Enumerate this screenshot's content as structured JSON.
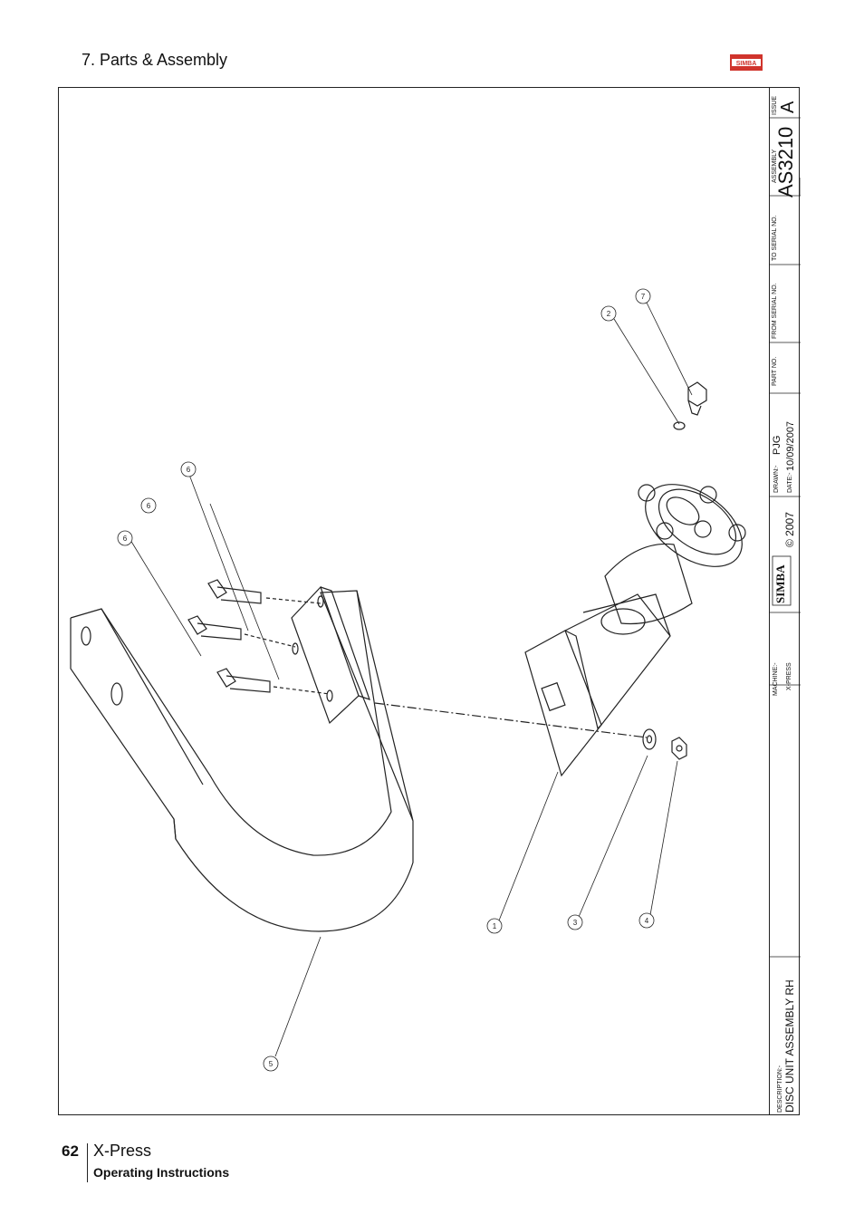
{
  "header": {
    "section_title": "7. Parts & Assembly",
    "logo_text": "SIMBA"
  },
  "footer": {
    "page_number": "62",
    "product": "X-Press",
    "subtitle": "Operating Instructions"
  },
  "title_block": {
    "issue_label": "ISSUE",
    "issue_value": "A",
    "assembly_label": "ASSEMBLY",
    "assembly_value": "AS3210",
    "to_serial_label": "TO SERIAL NO.",
    "from_serial_label": "FROM SERIAL NO.",
    "part_no_label": "PART NO.",
    "drawn_label": "DRAWN:-",
    "drawn_value": "PJG",
    "date_label": "DATE:-",
    "date_value": "10/09/2007",
    "copyright": "© 2007",
    "brand": "SIMBA",
    "machine_label": "MACHINE:-",
    "machine_value": "X-PRESS",
    "description_label": "DESCRIPTION:-",
    "description_value": "DISC UNIT ASSEMBLY RH"
  },
  "balloons": [
    "1",
    "2",
    "3",
    "4",
    "5",
    "6",
    "6",
    "6",
    "7"
  ]
}
